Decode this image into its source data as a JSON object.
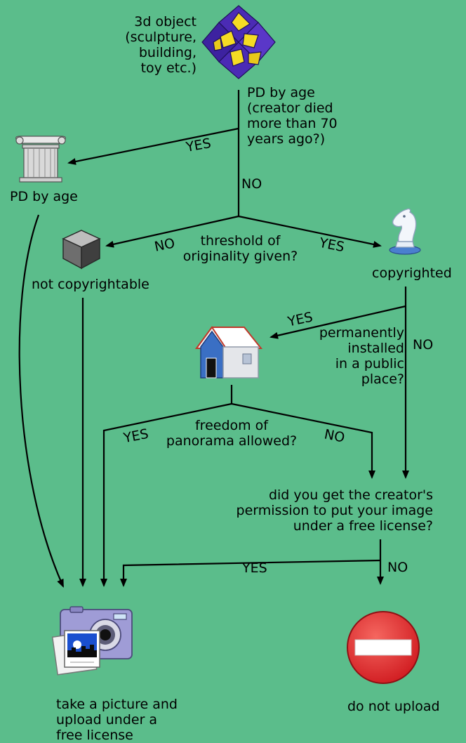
{
  "nodes": {
    "start": "3d object\n(sculpture,\nbuilding,\ntoy etc.)",
    "pd_question": "PD by age\n(creator died\nmore than 70\nyears ago?)",
    "pd_result": "PD by age",
    "threshold_question": "threshold of\noriginality given?",
    "not_copyrightable": "not copyrightable",
    "copyrighted": "copyrighted",
    "installed_question": "permanently\ninstalled\nin a public\nplace?",
    "fop_question": "freedom of\npanorama allowed?",
    "permission_question": "did you get the creator's\npermission to put your image\nunder a free license?",
    "upload_result": "take a picture and\nupload under a\nfree license",
    "no_upload_result": "do not upload"
  },
  "edges": {
    "pd_yes": "YES",
    "pd_no": "NO",
    "threshold_no": "NO",
    "threshold_yes": "YES",
    "installed_yes": "YES",
    "installed_no": "NO",
    "fop_yes": "YES",
    "fop_no": "NO",
    "permission_yes": "YES",
    "permission_no": "NO"
  },
  "colors": {
    "background": "#5bbd8b",
    "stop_red": "#e3262a",
    "crystal_purple": "#4b2bb5",
    "crystal_yellow": "#f5dc24"
  }
}
